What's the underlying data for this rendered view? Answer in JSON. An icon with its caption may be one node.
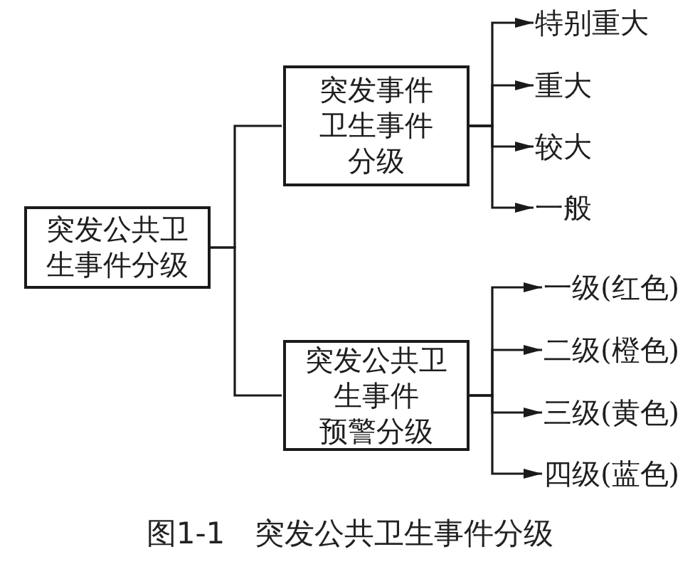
{
  "diagram": {
    "caption": "图1-1　突发公共卫生事件分级",
    "nodes": [
      {
        "text": [
          "突发公共卫生事件分级"
        ]
      },
      {
        "text": [
          "突发事件卫生事件分级"
        ]
      },
      {
        "text": [
          "特别重大"
        ]
      },
      {
        "text": [
          "重大"
        ]
      },
      {
        "text": [
          "较大"
        ]
      },
      {
        "text": [
          "一般"
        ]
      },
      {
        "text": [
          "突发公共卫生事件预警分级"
        ]
      },
      {
        "text": [
          "一级(红色)"
        ]
      },
      {
        "text": [
          "二级(橙色)"
        ]
      },
      {
        "text": [
          "三级(黄色)"
        ]
      },
      {
        "text": [
          "四级(蓝色)"
        ]
      }
    ],
    "edges": [
      {
        "from": 0,
        "to": 1,
        "arrow": "none"
      },
      {
        "from": 0,
        "to": 6,
        "arrow": "none"
      },
      {
        "from": 1,
        "to": 2,
        "arrow": "to"
      },
      {
        "from": 1,
        "to": 3,
        "arrow": "to"
      },
      {
        "from": 1,
        "to": 4,
        "arrow": "to"
      },
      {
        "from": 1,
        "to": 5,
        "arrow": "to"
      },
      {
        "from": 6,
        "to": 7,
        "arrow": "to"
      },
      {
        "from": 6,
        "to": 8,
        "arrow": "to"
      },
      {
        "from": 6,
        "to": 9,
        "arrow": "to"
      },
      {
        "from": 6,
        "to": 10,
        "arrow": "to"
      }
    ]
  }
}
